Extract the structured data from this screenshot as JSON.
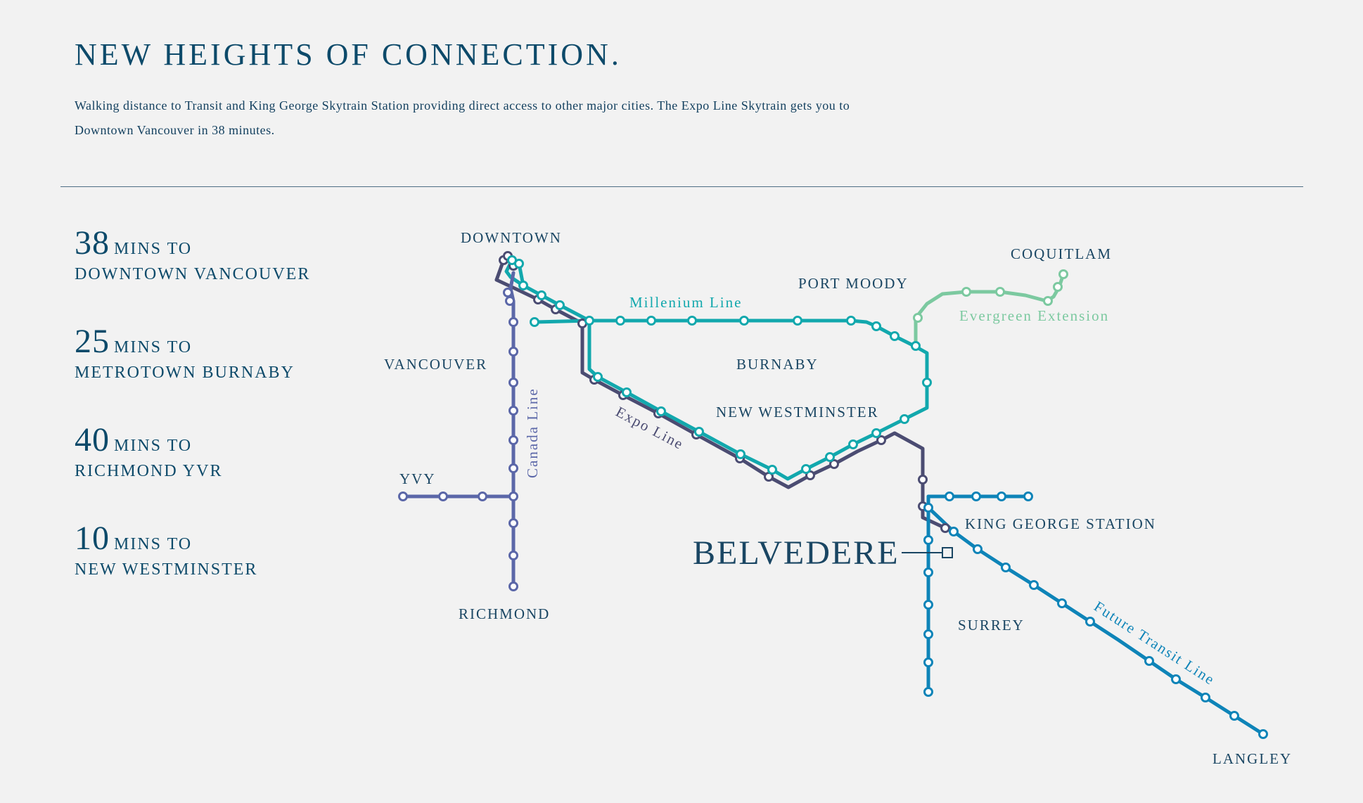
{
  "header": {
    "title": "NEW HEIGHTS OF CONNECTION.",
    "description": "Walking distance to Transit and King George Skytrain Station providing direct access to other major cities. The Expo Line Skytrain gets you to Downtown Vancouver in 38 minutes."
  },
  "stats": [
    {
      "minutes": "38",
      "unit": "MINS TO",
      "destination": "DOWNTOWN VANCOUVER"
    },
    {
      "minutes": "25",
      "unit": "MINS TO",
      "destination": "METROTOWN BURNABY"
    },
    {
      "minutes": "40",
      "unit": "MINS TO",
      "destination": "RICHMOND YVR"
    },
    {
      "minutes": "10",
      "unit": "MINS TO",
      "destination": "NEW WESTMINSTER"
    }
  ],
  "map": {
    "places": {
      "downtown": "DOWNTOWN",
      "vancouver": "VANCOUVER",
      "yvy": "YVY",
      "richmond": "RICHMOND",
      "burnaby": "BURNABY",
      "new_westminster": "NEW WESTMINSTER",
      "port_moody": "PORT MOODY",
      "coquitlam": "COQUITLAM",
      "king_george": "KING GEORGE STATION",
      "surrey": "SURREY",
      "langley": "LANGLEY"
    },
    "line_names": {
      "millenium": "Millenium Line",
      "evergreen": "Evergreen Extension",
      "canada": "Canada Line",
      "expo": "Expo Line",
      "future": "Future Transit Line"
    },
    "highlight": "BELVEDERE",
    "colors": {
      "expo": "#4b4c72",
      "millenium": "#12a8ad",
      "evergreen": "#7cc9a0",
      "canada": "#5b67a8",
      "future": "#0e84b8",
      "text": "#1a4663",
      "background": "#f2f2f2"
    }
  }
}
